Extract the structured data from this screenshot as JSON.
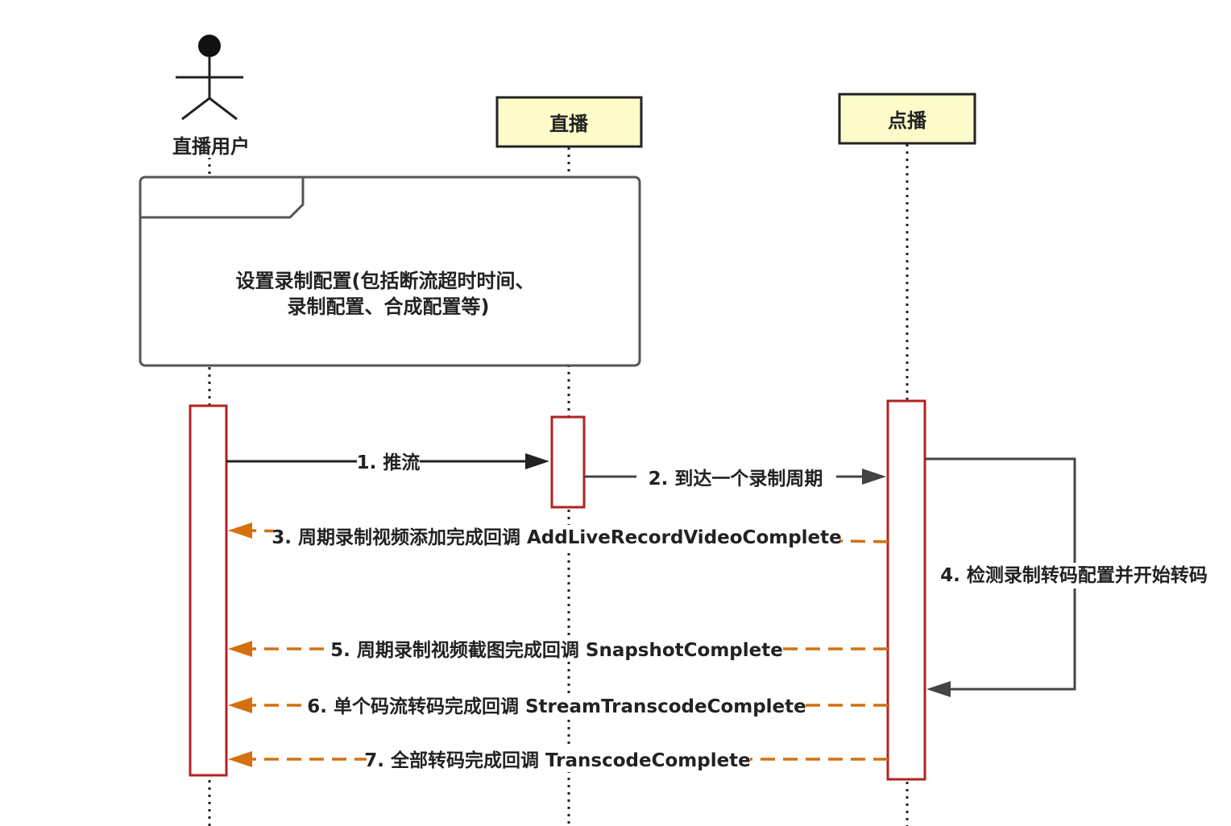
{
  "actor": {
    "label": "直播用户"
  },
  "participants": [
    {
      "id": "live",
      "label": "直播"
    },
    {
      "id": "vod",
      "label": "点播"
    }
  ],
  "note": {
    "line1": "设置录制配置(包括断流超时时间、",
    "line2": "录制配置、合成配置等)"
  },
  "messages": [
    {
      "label": "1. 推流"
    },
    {
      "label": "2. 到达一个录制周期"
    },
    {
      "label": "3. 周期录制视频添加完成回调 AddLiveRecordVideoComplete"
    },
    {
      "label": "4. 检测录制转码配置并开始转码"
    },
    {
      "label": "5. 周期录制视频截图完成回调 SnapshotComplete"
    },
    {
      "label": "6. 单个码流转码完成回调 StreamTranscodeComplete"
    },
    {
      "label": "7. 全部转码完成回调 TranscodeComplete"
    }
  ],
  "colors": {
    "participant_fill": "#fcfbc9",
    "activation_stroke": "#b22222",
    "async_arrow": "#d4700f",
    "sync_arrow": "#222222"
  }
}
